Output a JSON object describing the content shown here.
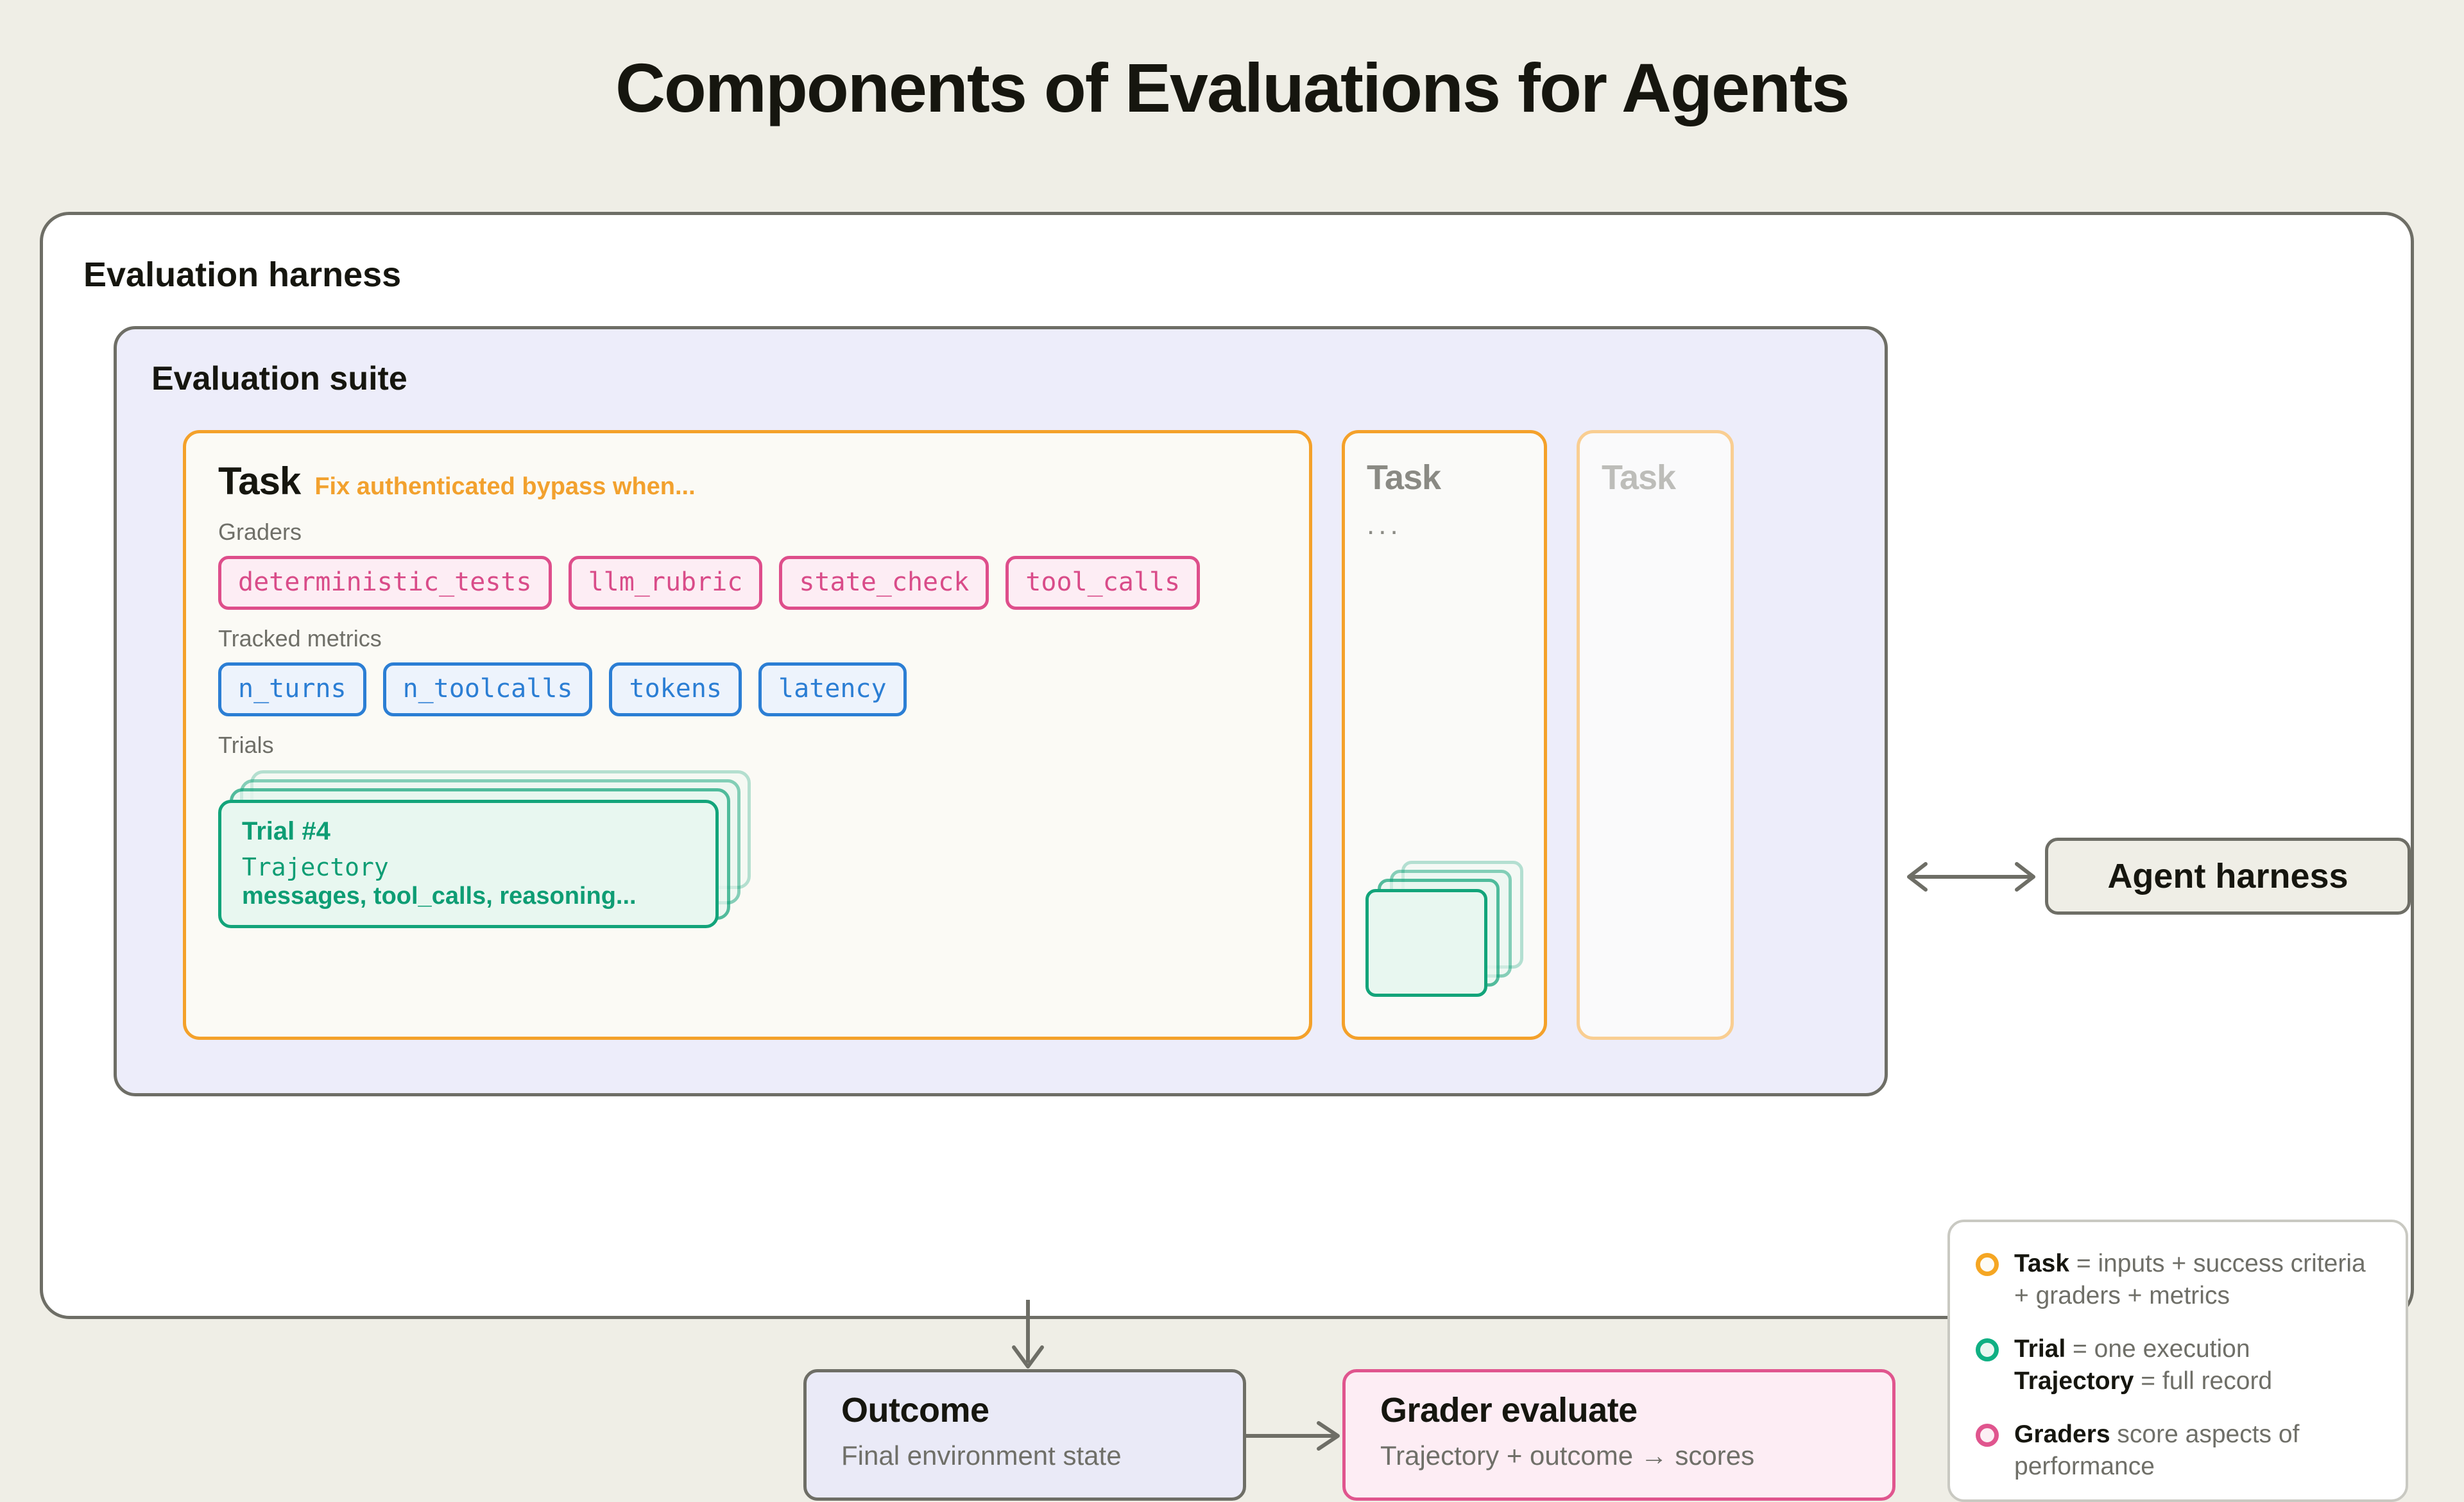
{
  "page": {
    "title": "Components of Evaluations for Agents",
    "background_color": "#EFEEE6"
  },
  "harness": {
    "label": "Evaluation harness",
    "border_color": "#6E6E66",
    "fill_color": "#FFFFFF"
  },
  "suite": {
    "label": "Evaluation suite",
    "fill_color": "#EDEDFA",
    "border_color": "#6E6E66"
  },
  "task_main": {
    "title": "Task",
    "subtitle": "Fix authenticated bypass when...",
    "accent_color": "#F4A12A",
    "graders_label": "Graders",
    "graders": [
      "deterministic_tests",
      "llm_rubric",
      "state_check",
      "tool_calls"
    ],
    "grader_color": "#DE4E8B",
    "metrics_label": "Tracked metrics",
    "metrics": [
      "n_turns",
      "n_toolcalls",
      "tokens",
      "latency"
    ],
    "metric_color": "#2B7ED4",
    "trials_label": "Trials",
    "trial": {
      "number": "Trial #4",
      "trajectory_key": "Trajectory",
      "trajectory_value": "messages, tool_calls, reasoning...",
      "color": "#12A47A"
    }
  },
  "task_second": {
    "title": "Task",
    "ellipsis": "..."
  },
  "task_third": {
    "title": "Task"
  },
  "agent_harness": {
    "label": "Agent harness"
  },
  "outcome": {
    "title": "Outcome",
    "subtitle": "Final environment state"
  },
  "grader_evaluate": {
    "title": "Grader evaluate",
    "subtitle": "Trajectory + outcome → scores",
    "accent_color": "#E0558E"
  },
  "legend": {
    "items": [
      {
        "dot_color": "#F5A623",
        "term": "Task",
        "definition": " = inputs + success criteria + graders + metrics"
      },
      {
        "dot_color": "#10B083",
        "term": "Trial",
        "definition": " = one execution",
        "term2": "Trajectory",
        "definition2": " = full record"
      },
      {
        "dot_color": "#E0558E",
        "term": "Graders",
        "definition": " score aspects of performance"
      }
    ]
  }
}
